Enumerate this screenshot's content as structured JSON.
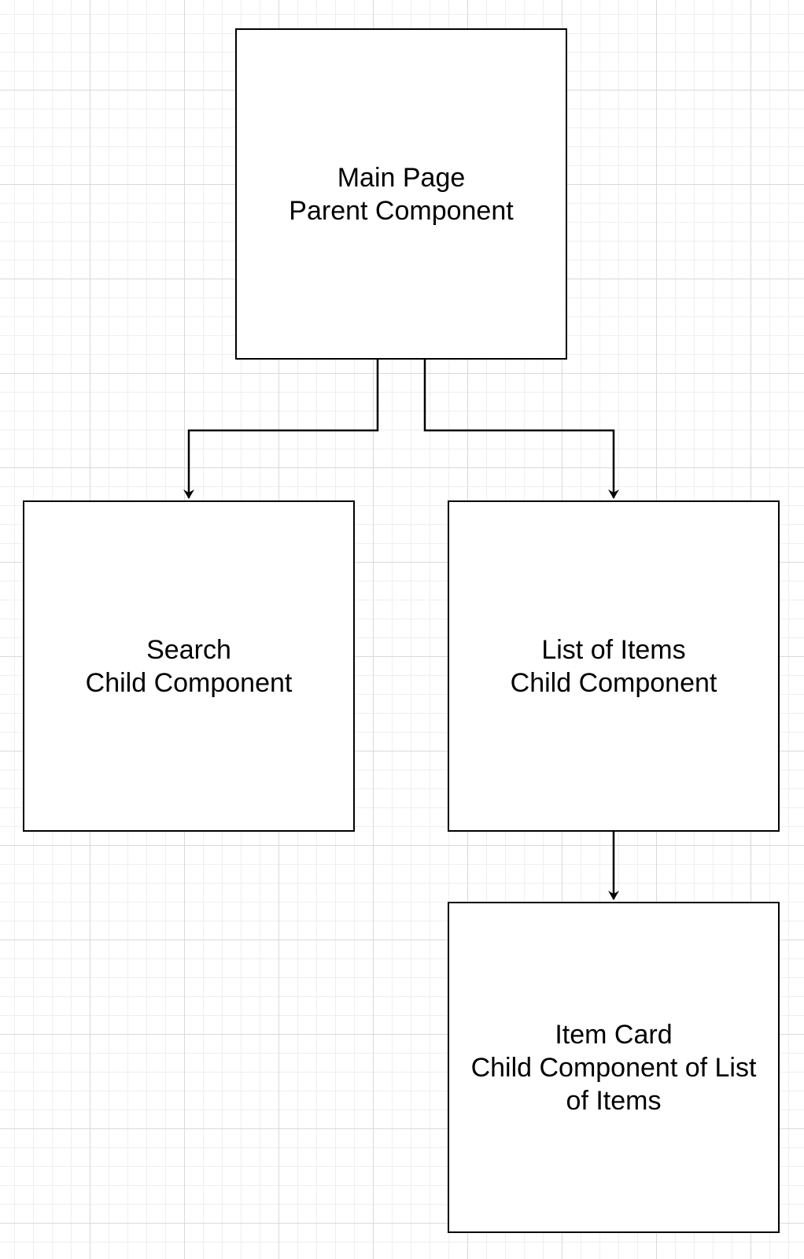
{
  "diagram": {
    "nodes": [
      {
        "id": "main",
        "lines": [
          "Main Page",
          "Parent Component"
        ]
      },
      {
        "id": "search",
        "lines": [
          "Search",
          "Child Component"
        ]
      },
      {
        "id": "list",
        "lines": [
          "List of Items",
          "Child Component"
        ]
      },
      {
        "id": "card",
        "lines": [
          "Item Card",
          "Child Component of List",
          "of Items"
        ]
      }
    ],
    "edges": [
      {
        "from": "main",
        "to": "search"
      },
      {
        "from": "main",
        "to": "list"
      },
      {
        "from": "list",
        "to": "card"
      }
    ],
    "colors": {
      "stroke": "#000000",
      "node_fill": "#ffffff",
      "grid_major": "#d9d9d9",
      "grid_minor": "#efefef"
    }
  }
}
